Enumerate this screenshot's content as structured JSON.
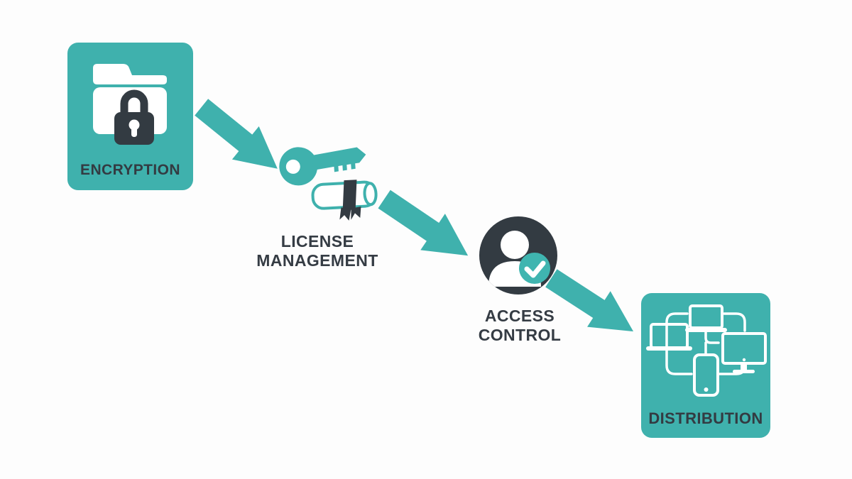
{
  "colors": {
    "background": "#FDFDFD",
    "teal": "#3FB1AD",
    "badge": "#3FB5B0",
    "dark": "#333B42",
    "text": "#353C44"
  },
  "steps": [
    {
      "label": "ENCRYPTION",
      "icon": "locked-folder-icon",
      "shape": "teal-rounded-box"
    },
    {
      "label": "LICENSE MANAGEMENT",
      "label_lines": [
        "LICENSE",
        "MANAGEMENT"
      ],
      "icons": [
        "key-icon",
        "certificate-scroll-icon"
      ],
      "shape": "free-icons"
    },
    {
      "label": "ACCESS CONTROL",
      "label_lines": [
        "ACCESS",
        "CONTROL"
      ],
      "icon": "user-verified-icon",
      "shape": "dark-circle"
    },
    {
      "label": "DISTRIBUTION",
      "icon": "connected-devices-icon",
      "shape": "teal-rounded-box"
    }
  ],
  "connectors": [
    {
      "from": "ENCRYPTION",
      "to": "LICENSE MANAGEMENT",
      "type": "block-arrow-down-right"
    },
    {
      "from": "LICENSE MANAGEMENT",
      "to": "ACCESS CONTROL",
      "type": "block-arrow-down-right"
    },
    {
      "from": "ACCESS CONTROL",
      "to": "DISTRIBUTION",
      "type": "block-arrow-down-right"
    }
  ]
}
